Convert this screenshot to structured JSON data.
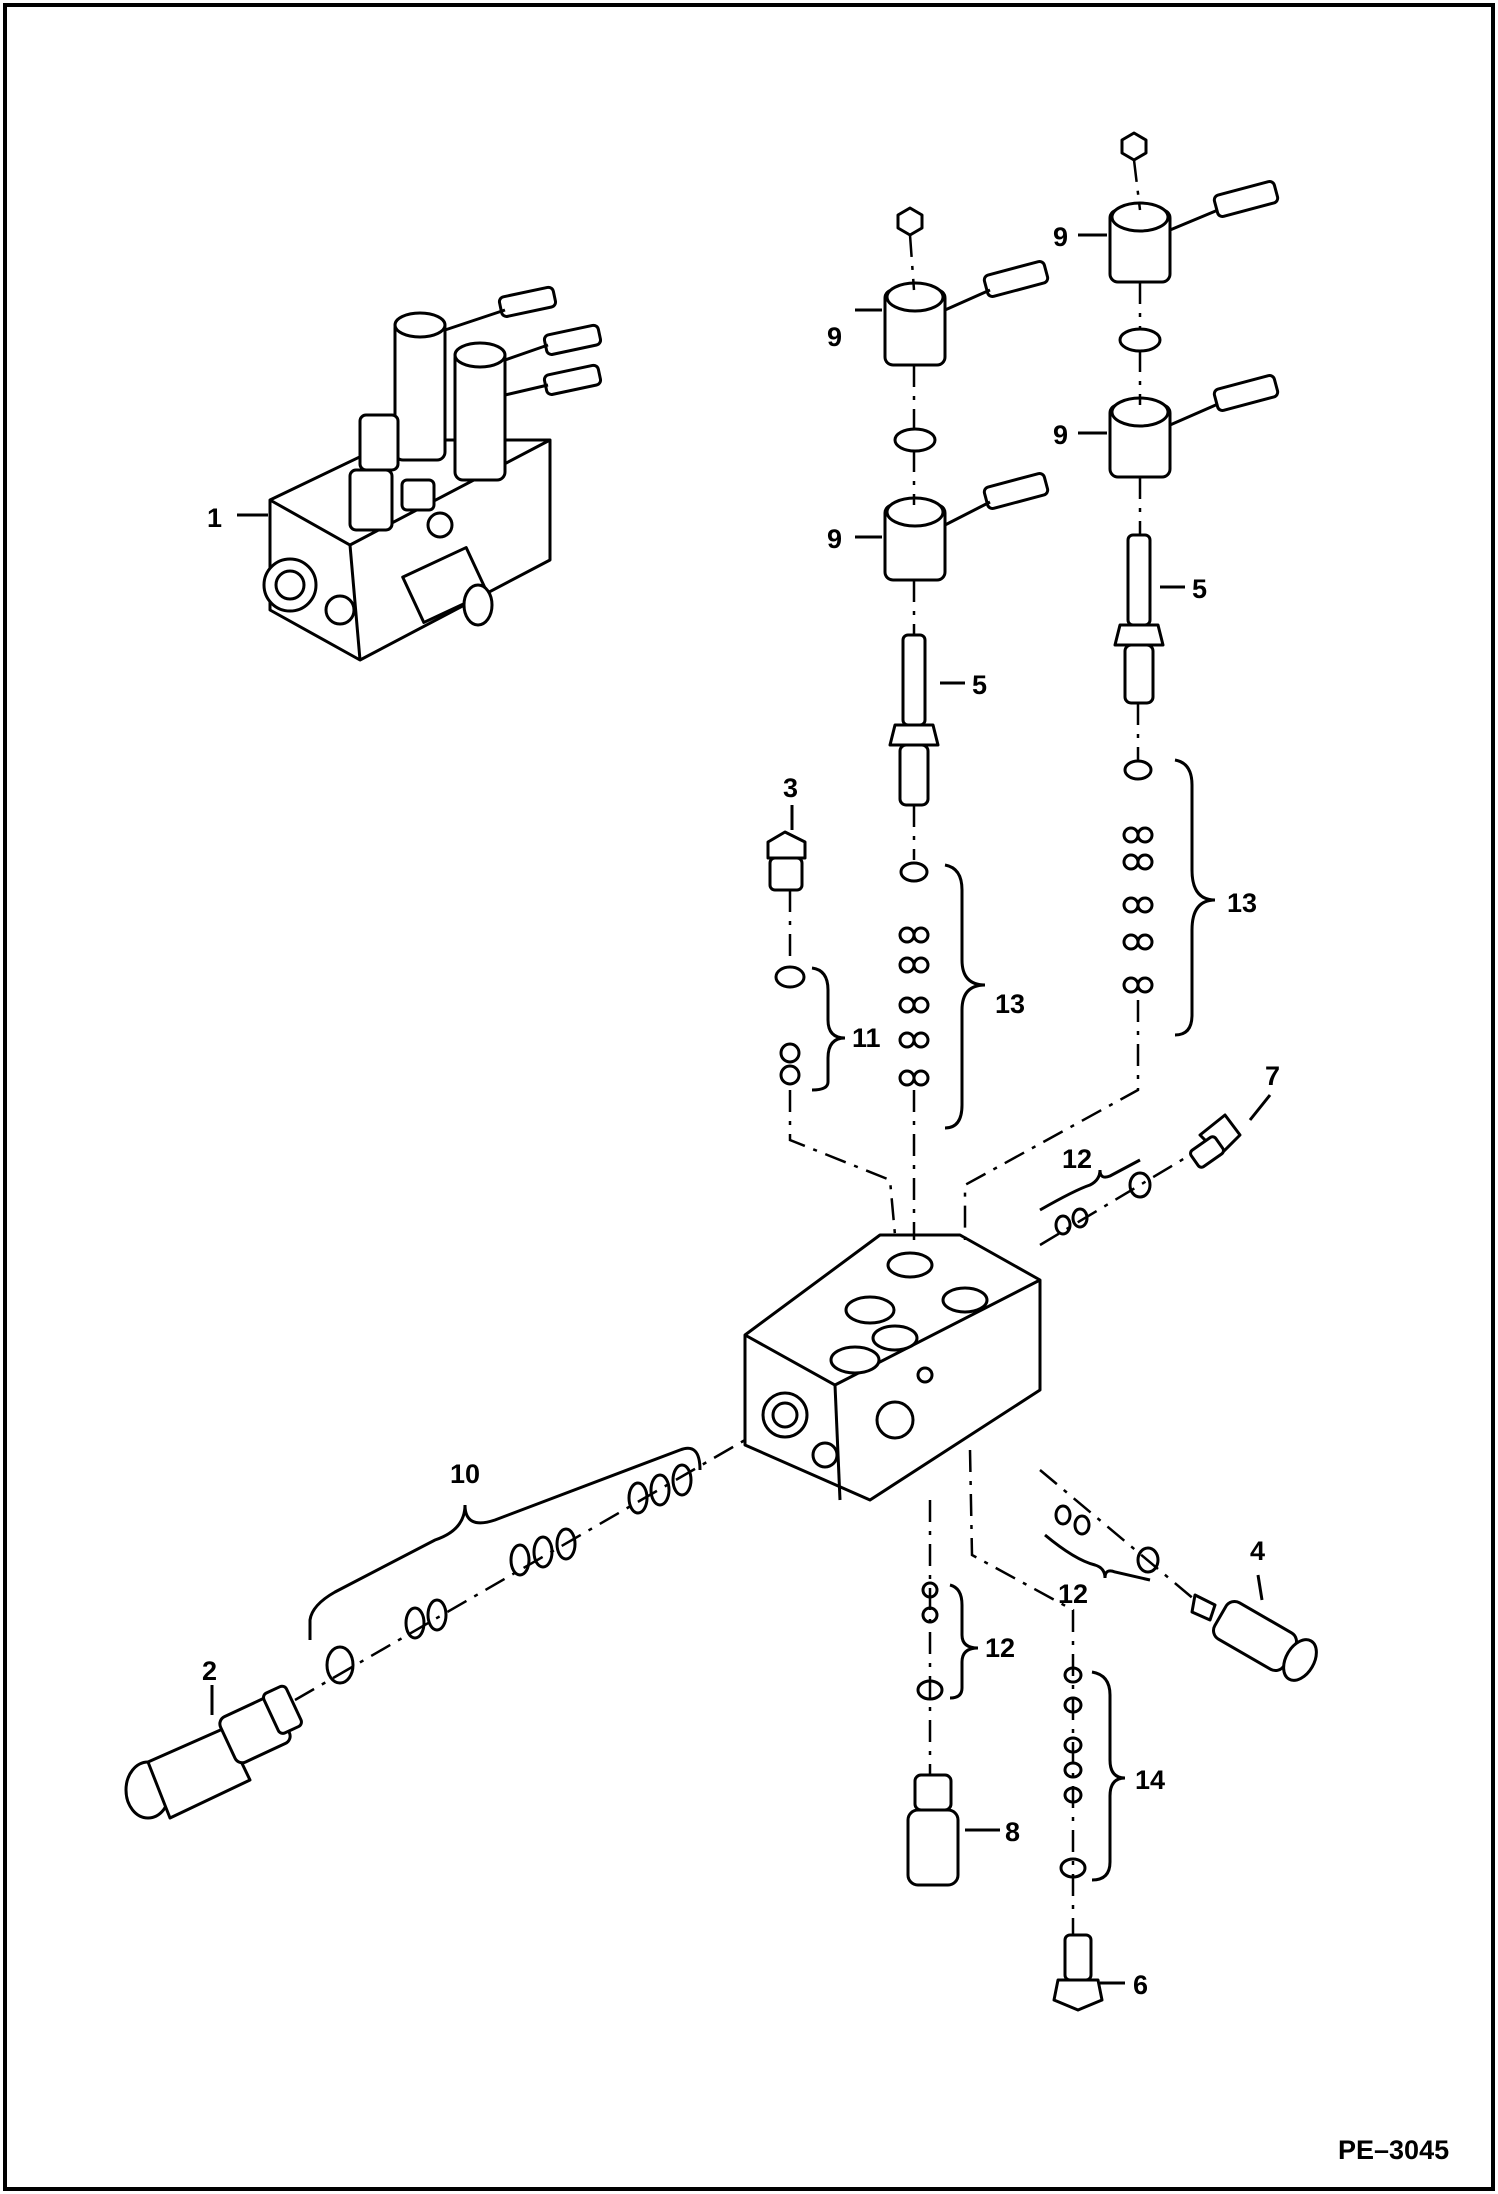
{
  "diagram": {
    "doc_number": "PE–3045",
    "callouts": [
      {
        "id": "c1",
        "text": "1"
      },
      {
        "id": "c2",
        "text": "2"
      },
      {
        "id": "c3",
        "text": "3"
      },
      {
        "id": "c4",
        "text": "4"
      },
      {
        "id": "c5a",
        "text": "5"
      },
      {
        "id": "c5b",
        "text": "5"
      },
      {
        "id": "c6",
        "text": "6"
      },
      {
        "id": "c7",
        "text": "7"
      },
      {
        "id": "c8",
        "text": "8"
      },
      {
        "id": "c9a",
        "text": "9"
      },
      {
        "id": "c9b",
        "text": "9"
      },
      {
        "id": "c9c",
        "text": "9"
      },
      {
        "id": "c9d",
        "text": "9"
      },
      {
        "id": "c10",
        "text": "10"
      },
      {
        "id": "c11",
        "text": "11"
      },
      {
        "id": "c12a",
        "text": "12"
      },
      {
        "id": "c12b",
        "text": "12"
      },
      {
        "id": "c12c",
        "text": "12"
      },
      {
        "id": "c13a",
        "text": "13"
      },
      {
        "id": "c13b",
        "text": "13"
      },
      {
        "id": "c14",
        "text": "14"
      }
    ]
  }
}
